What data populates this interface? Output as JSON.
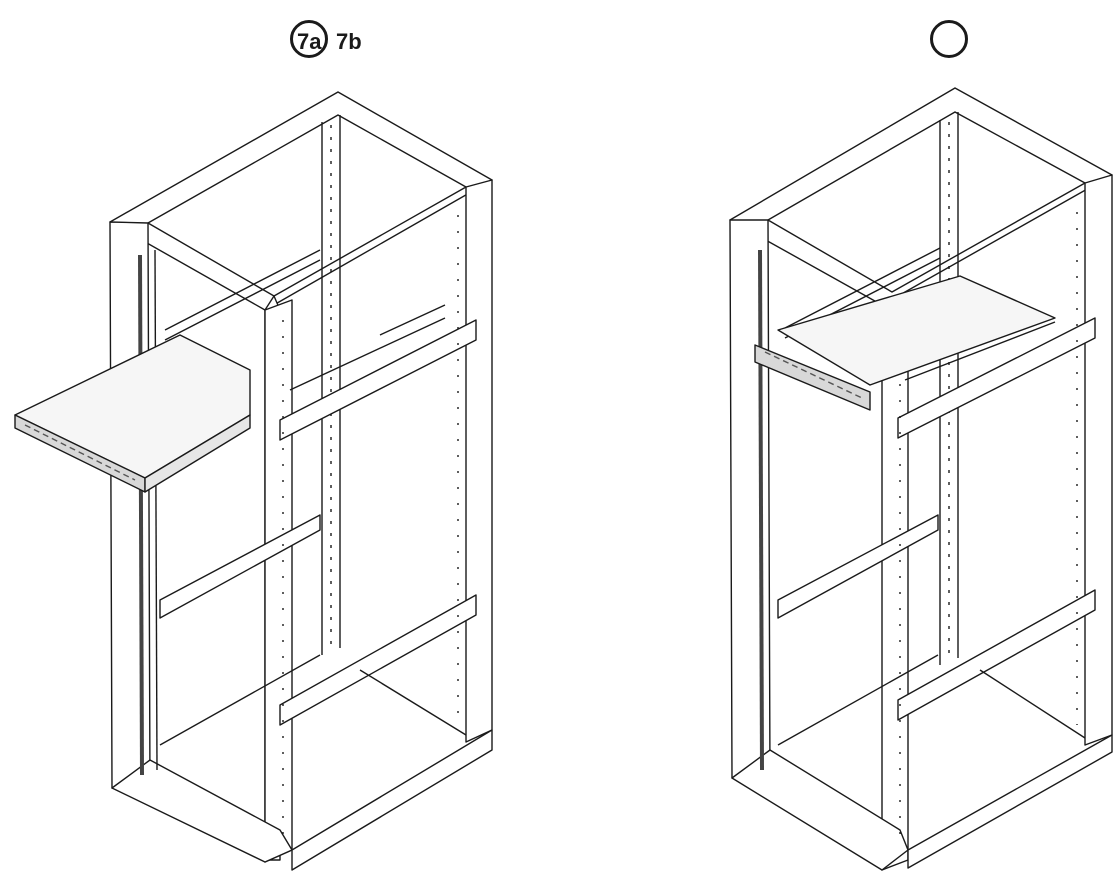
{
  "figure": {
    "step_a": {
      "label": "7a"
    },
    "step_b": {
      "label": "7b"
    },
    "panels": [
      {
        "name": "rack-with-server-pulled-out",
        "server_state": "extended"
      },
      {
        "name": "rack-with-server-installed",
        "server_state": "inserted"
      }
    ],
    "colors": {
      "line": "#1a1a1a",
      "frame_fill": "#ffffff",
      "shade": "#8a8a8a"
    }
  }
}
